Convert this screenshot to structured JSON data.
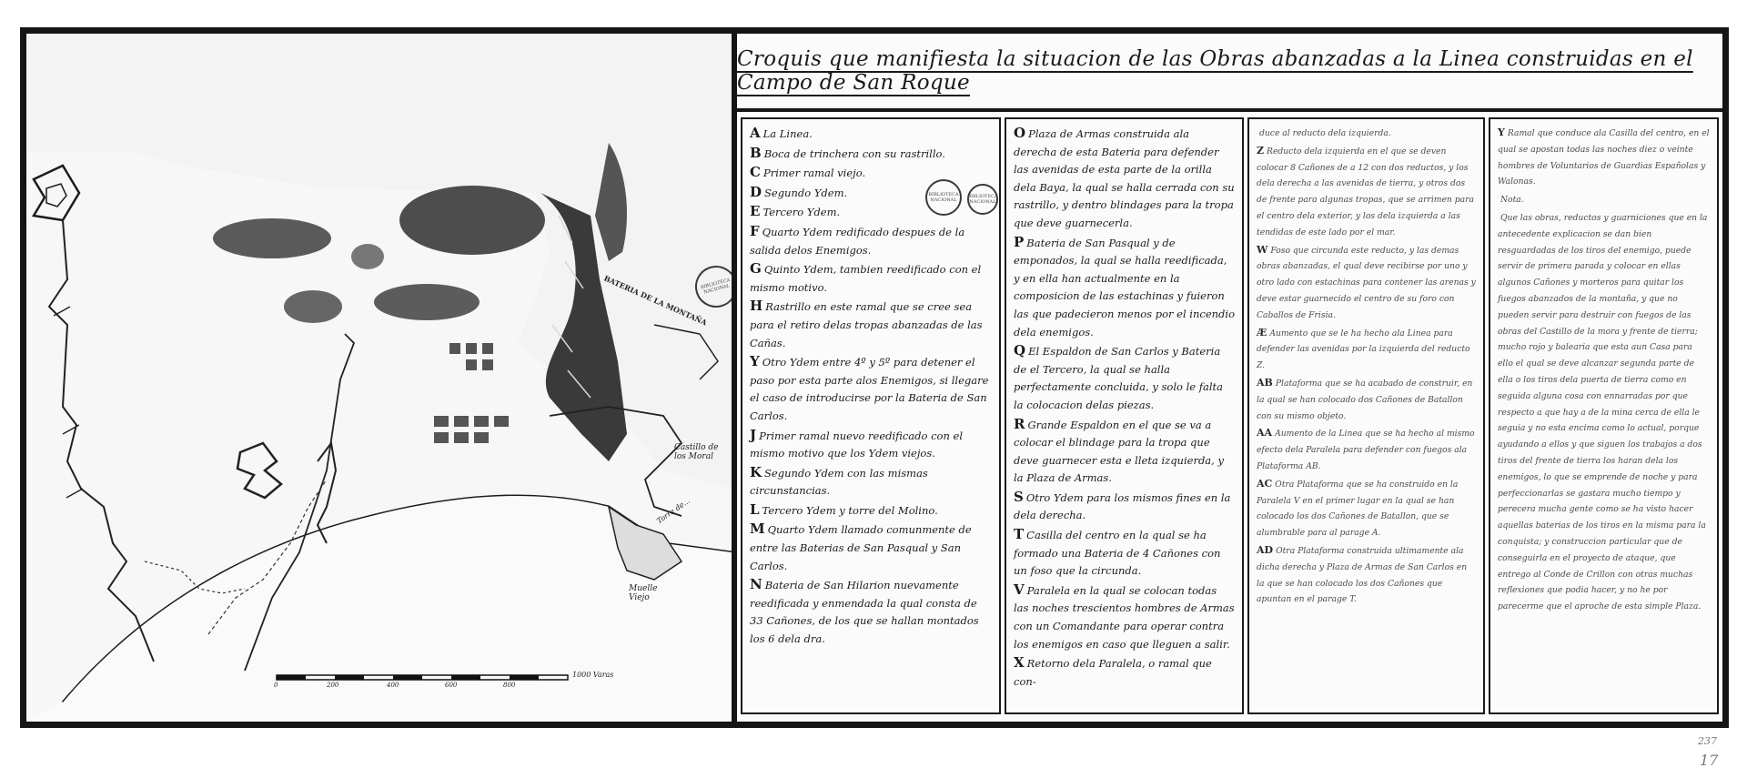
{
  "title": "Croquis que manifiesta la situacion de las Obras abanzadas a la Linea construidas en el Campo de San Roque",
  "map": {
    "labels": {
      "bateria_montana": "BATERIA DE LA MONTAÑA",
      "castillo_moral": "Castillo de los Moral",
      "muelle_viejo": "Muelle Viejo",
      "torre": "Torre de...",
      "scale": "1000 Varas"
    },
    "scale_ticks": [
      "0",
      "200",
      "400",
      "600",
      "800"
    ]
  },
  "legend": {
    "column1": [
      {
        "key": "A",
        "text": "La Linea."
      },
      {
        "key": "B",
        "text": "Boca de trinchera con su rastrillo."
      },
      {
        "key": "C",
        "text": "Primer ramal viejo."
      },
      {
        "key": "D",
        "text": "Segundo Ydem."
      },
      {
        "key": "E",
        "text": "Tercero Ydem."
      },
      {
        "key": "F",
        "text": "Quarto Ydem redificado despues de la salida delos Enemigos."
      },
      {
        "key": "G",
        "text": "Quinto Ydem, tambien reedificado con el mismo motivo."
      },
      {
        "key": "H",
        "text": "Rastrillo en este ramal que se cree sea para el retiro delas tropas abanzadas de las Cañas."
      },
      {
        "key": "Y",
        "text": "Otro Ydem entre 4º y 5º para detener el paso por esta parte alos Enemigos, si llegare el caso de introducirse por la Bateria de San Carlos."
      },
      {
        "key": "J",
        "text": "Primer ramal nuevo reedificado con el mismo motivo que los Ydem viejos."
      },
      {
        "key": "K",
        "text": "Segundo Ydem con las mismas circunstancias."
      },
      {
        "key": "L",
        "text": "Tercero Ydem y torre del Molino."
      },
      {
        "key": "M",
        "text": "Quarto Ydem llamado comunmente de entre las Baterias de San Pasqual y San Carlos."
      },
      {
        "key": "N",
        "text": "Bateria de San Hilarion nuevamente reedificada y enmendada la qual consta de 33 Cañones, de los que se hallan montados los 6 dela dra."
      }
    ],
    "column2": [
      {
        "key": "O",
        "text": "Plaza de Armas construida ala derecha de esta Bateria para defender las avenidas de esta parte de la orilla dela Baya, la qual se halla cerrada con su rastrillo, y dentro blindages para la tropa que deve guarnecerla."
      },
      {
        "key": "P",
        "text": "Bateria de San Pasqual y de emponados, la qual se halla reedificada, y en ella han actualmente en la composicion de las estachinas y fuieron las que padecieron menos por el incendio dela enemigos."
      },
      {
        "key": "Q",
        "text": "El Espaldon de San Carlos y Bateria de el Tercero, la qual se halla perfectamente concluida, y solo le falta la colocacion delas piezas."
      },
      {
        "key": "R",
        "text": "Grande Espaldon en el que se va a colocar el blindage para la tropa que deve guarnecer esta e lleta izquierda, y la Plaza de Armas."
      },
      {
        "key": "S",
        "text": "Otro Ydem para los mismos fines en la dela derecha."
      },
      {
        "key": "T",
        "text": "Casilla del centro en la qual se ha formado una Bateria de 4 Cañones con un foso que la circunda."
      },
      {
        "key": "V",
        "text": "Paralela en la qual se colocan todas las noches trescientos hombres de Armas con un Comandante para operar contra los enemigos en caso que lleguen a salir."
      },
      {
        "key": "X",
        "text": "Retorno dela Paralela, o ramal que con-"
      }
    ],
    "column3": [
      {
        "key": "",
        "text": "duce al reducto dela izquierda."
      },
      {
        "key": "Z",
        "text": "Reducto dela izquierda en el que se deven colocar 8 Cañones de a 12 con dos reductos, y los dela derecha a las avenidas de tierra, y otros dos de frente para algunas tropas, que se arrimen para el centro dela exterior, y los dela izquierda a las tendidas de este lado por el mar."
      },
      {
        "key": "W",
        "text": "Foso que circunda este reducto, y las demas obras abanzadas, el qual deve recibirse por uno y otro lado con estachinas para contener las arenas y deve estar guarnecido el centro de su foro con Caballos de Frisia."
      },
      {
        "key": "Æ",
        "text": "Aumento que se le ha hecho ala Linea para defender las avenidas por la izquierda del reducto Z."
      },
      {
        "key": "AB",
        "text": "Plataforma que se ha acabado de construir, en la qual se han colocado dos Cañones de Batallon con su mismo objeto."
      },
      {
        "key": "AA",
        "text": "Aumento de la Linea que se ha hecho al mismo efecto dela Paralela para defender con fuegos ala Plataforma AB."
      },
      {
        "key": "AC",
        "text": "Otra Plataforma que se ha construido en la Paralela V en el primer lugar en la qual se han colocado los dos Cañones de Batallon, que se alumbrable para al parage A."
      },
      {
        "key": "AD",
        "text": "Otra Plataforma construida ultimamente ala dicha derecha y Plaza de Armas de San Carlos en la que se han colocado los dos Cañones que apuntan en el parage T."
      }
    ],
    "column4": [
      {
        "key": "Y",
        "text": "Ramal que conduce ala Casilla del centro, en el qual se apostan todas las noches diez o veinte hombres de Voluntarios de Guardias Españolas y Walonas."
      },
      {
        "key": "",
        "text": "Nota."
      },
      {
        "key": "",
        "text": "Que las obras, reductos y guarniciones que en la antecedente explicacion se dan bien resguardadas de los tiros del enemigo, puede servir de primera parada y colocar en ellas algunos Cañones y morteros para quitar los fuegos abanzados de la montaña, y que no pueden servir para destruir con fuegos de las obras del Castillo de la mora y frente de tierra; mucho rojo y balearia que esta aun Casa para ello el qual se deve alcanzar segunda parte de ella o los tiros dela puerta de tierra como en seguida alguna cosa con ennarradas por que respecto a que hay a de la mina cerca de ella le seguia y no esta encima como lo actual, porque ayudando a ellos y que siguen los trabajos a dos tiros del frente de tierra los haran dela los enemigos, lo que se emprende de noche y para perfeccionarlas se gastara mucho tiempo y perecera mucha gente como se ha visto hacer aquellas baterias de los tiros en la misma para la conquista; y construccion particular que de conseguirla en el proyecto de ataque, que entrego al Conde de Crillon con otras muchas reflexiones que podia hacer, y no he por parecerme que el aproche de esta simple Plaza."
      }
    ]
  },
  "stamps": [
    "BIBLIOTECA NACIONAL",
    "BIBLIOTECA NACIONAL",
    "BIBLIOTECA NACIONAL"
  ],
  "folio": {
    "top": "237",
    "bottom": "17"
  }
}
